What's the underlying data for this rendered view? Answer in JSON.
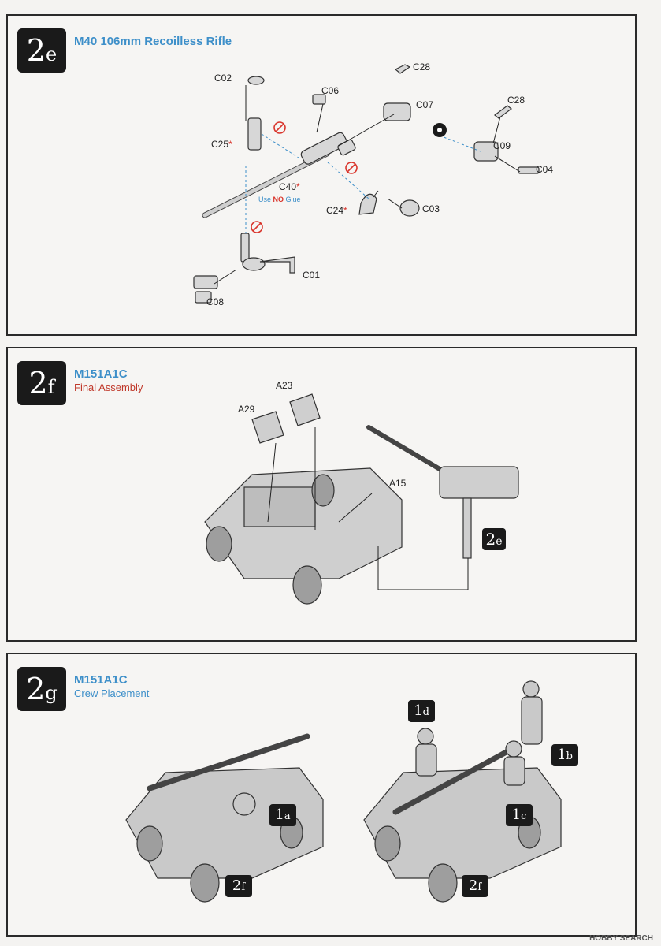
{
  "step_2e": {
    "badge_num": "2",
    "badge_letter": "e",
    "title": "M40 106mm Recoilless Rifle",
    "parts": {
      "c02": "C02",
      "c06": "C06",
      "c28a": "C28",
      "c07": "C07",
      "c28b": "C28",
      "c25": "C25",
      "c09": "C09",
      "c04": "C04",
      "c40": "C40",
      "c24": "C24",
      "c03": "C03",
      "c01": "C01",
      "c08": "C08"
    },
    "asterisk": "*",
    "note_prefix": "Use",
    "note_no": "NO",
    "note_suffix": "Glue"
  },
  "step_2f": {
    "badge_num": "2",
    "badge_letter": "f",
    "title": "M151A1C",
    "subtitle": "Final Assembly",
    "parts": {
      "a23": "A23",
      "a29": "A29",
      "a15": "A15"
    },
    "ref_num": "2",
    "ref_letter": "e"
  },
  "step_2g": {
    "badge_num": "2",
    "badge_letter": "g",
    "title": "M151A1C",
    "subtitle": "Crew Placement",
    "figures": {
      "f1a_num": "1",
      "f1a_letter": "a",
      "f1b_num": "1",
      "f1b_letter": "b",
      "f1c_num": "1",
      "f1c_letter": "c",
      "f1d_num": "1",
      "f1d_letter": "d"
    },
    "ref_num": "2",
    "ref_letter": "f"
  },
  "watermark": "HOBBY SEARCH",
  "colors": {
    "accent_blue": "#3d8fc9",
    "accent_red": "#c0392b",
    "badge_bg": "#1a1a1a"
  }
}
